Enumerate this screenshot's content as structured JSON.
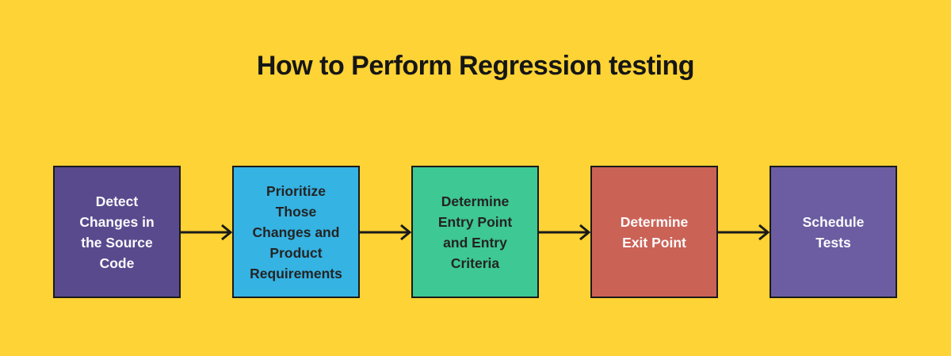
{
  "title": "How to Perform Regression testing",
  "background_color": "#FDD335",
  "arrow_color": "#1A1A1A",
  "border_color": "#1A1A1A",
  "title_color": "#161616",
  "steps": [
    {
      "label": "Detect\nChanges in\nthe Source\nCode",
      "fill": "#594A8E",
      "text_color": "#FBFAFC"
    },
    {
      "label": "Prioritize\nThose\nChanges and\nProduct\nRequirements",
      "fill": "#35B3E3",
      "text_color": "#242424"
    },
    {
      "label": "Determine\nEntry Point\nand Entry\nCriteria",
      "fill": "#3EC893",
      "text_color": "#242424"
    },
    {
      "label": "Determine\nExit Point",
      "fill": "#CB6256",
      "text_color": "#FBFAFC"
    },
    {
      "label": "Schedule\nTests",
      "fill": "#6C5DA2",
      "text_color": "#FBFAFC"
    }
  ]
}
